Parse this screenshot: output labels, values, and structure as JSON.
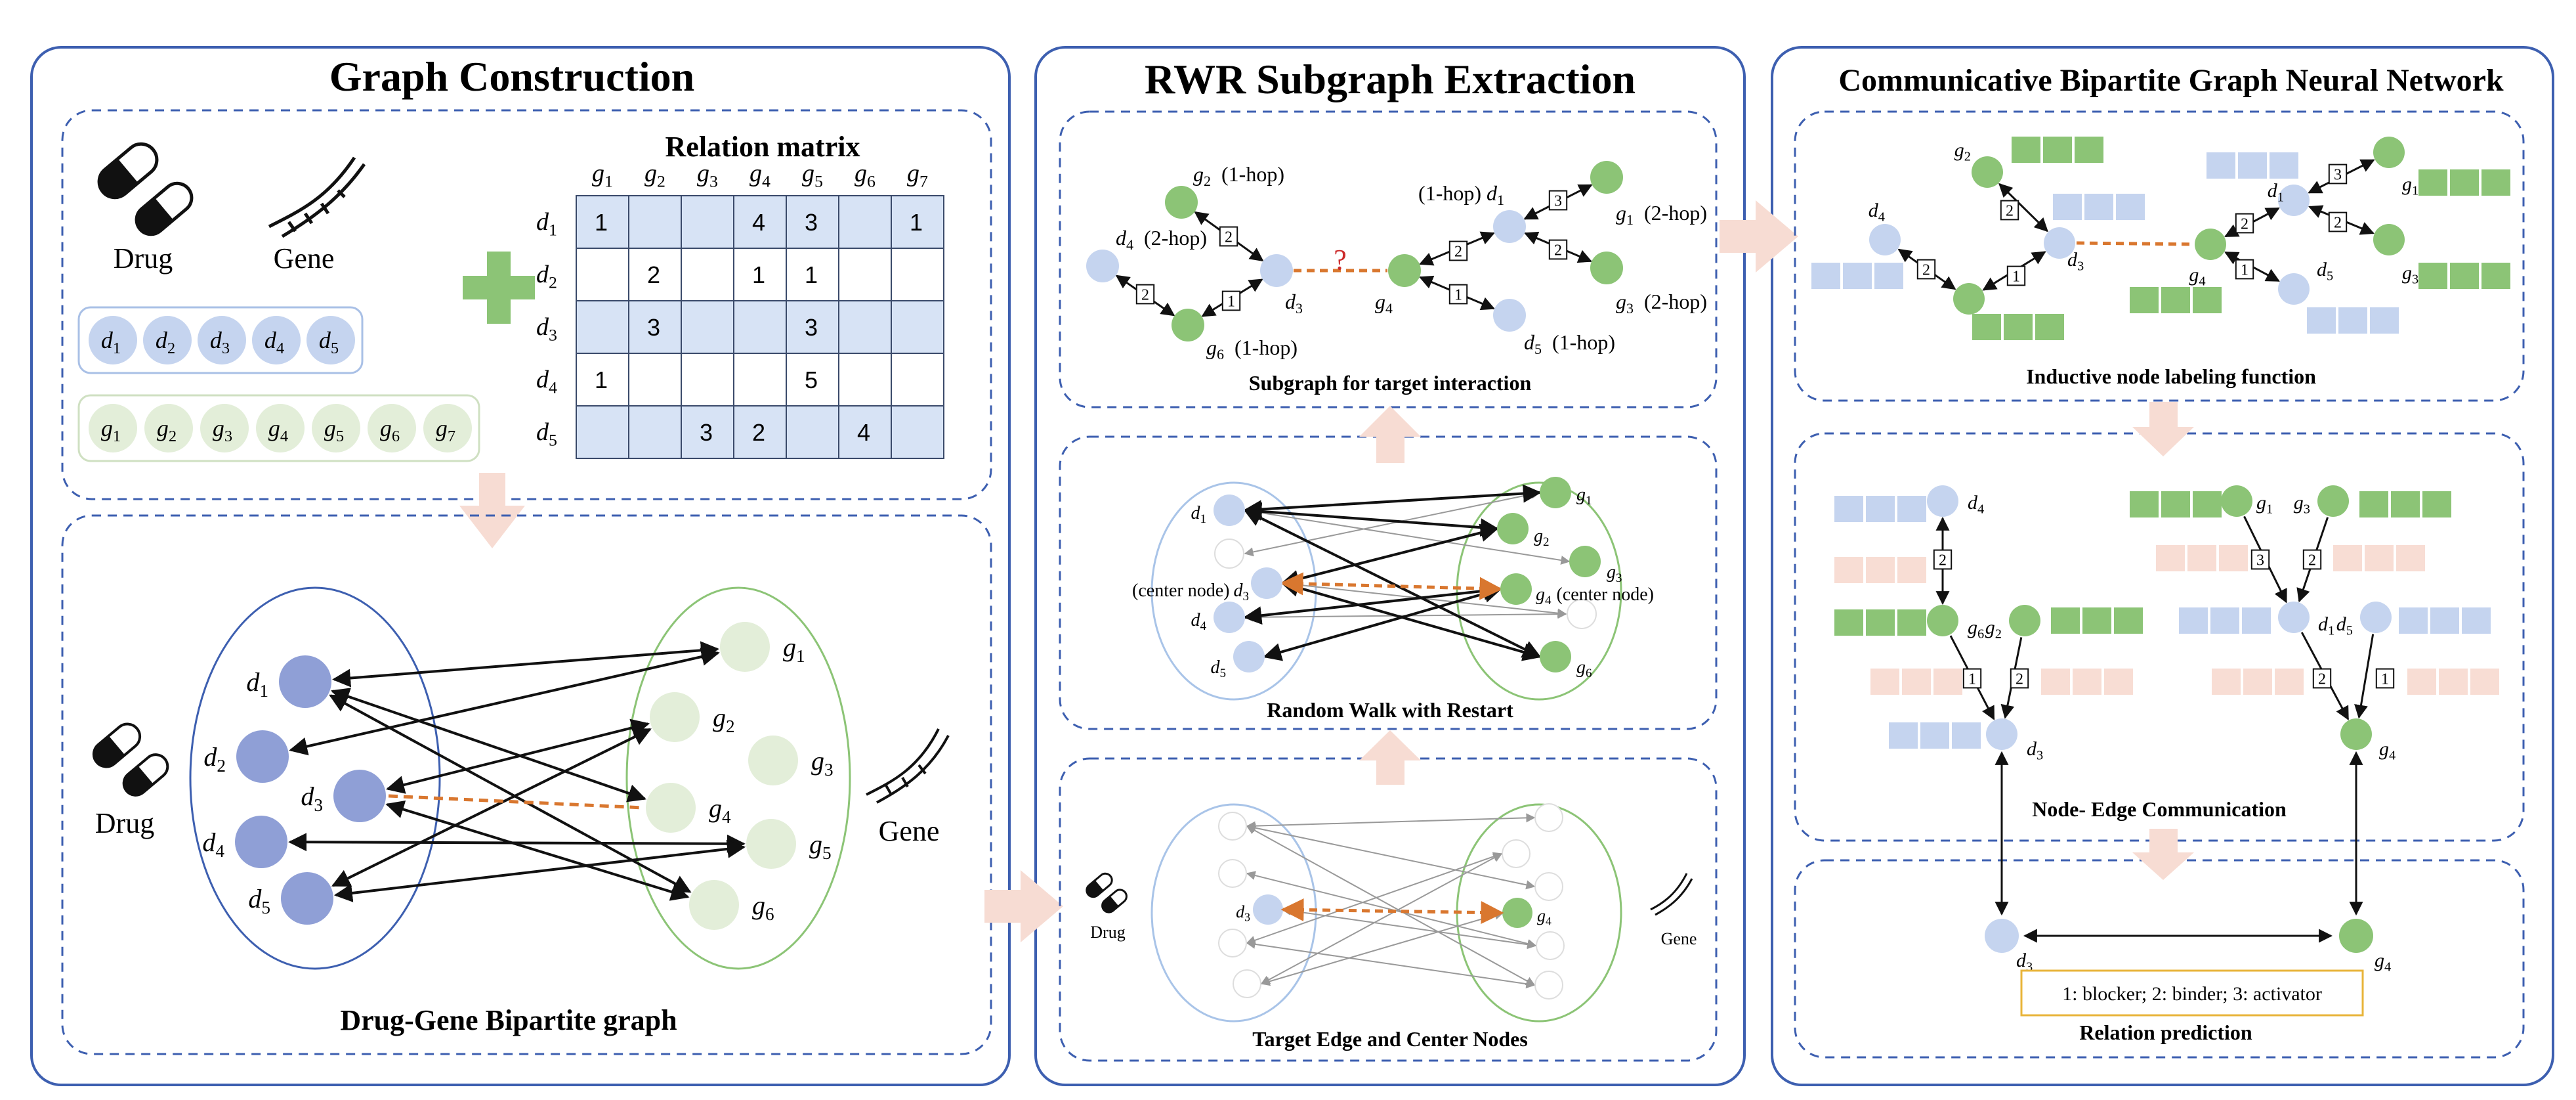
{
  "panels": {
    "graph_construction": {
      "title": "Graph Construction"
    },
    "rwr": {
      "title": "RWR Subgraph Extraction"
    },
    "cbgnn": {
      "title": "Communicative Bipartite Graph Neural Network"
    }
  },
  "gc": {
    "drug_label": "Drug",
    "gene_label": "Gene",
    "matrix_title": "Relation matrix",
    "bipartite_caption": "Drug-Gene Bipartite graph",
    "drug_nodes": [
      "d1",
      "d2",
      "d3",
      "d4",
      "d5"
    ],
    "gene_nodes": [
      "g1",
      "g2",
      "g3",
      "g4",
      "g5",
      "g6",
      "g7"
    ],
    "matrix": [
      [
        "1",
        "",
        "",
        "4",
        "3",
        "",
        "1"
      ],
      [
        "",
        "2",
        "",
        "1",
        "1",
        "",
        ""
      ],
      [
        "",
        "3",
        "",
        "",
        "3",
        "",
        ""
      ],
      [
        "1",
        "",
        "",
        "",
        "5",
        "",
        ""
      ],
      [
        "",
        "",
        "3",
        "2",
        "",
        "4",
        ""
      ]
    ]
  },
  "rwr": {
    "subgraph_caption": "Subgraph for target interaction",
    "rwr_caption": "Random Walk with Restart",
    "target_caption": "Target Edge and Center Nodes",
    "one_hop": "(1-hop)",
    "two_hop": "(2-hop)",
    "center_node": "(center node)",
    "question": "?",
    "drug_label": "Drug",
    "gene_label": "Gene"
  },
  "cb": {
    "labeling_caption": "Inductive node labeling function",
    "communication_caption": "Node- Edge Communication",
    "prediction_caption": "Relation prediction",
    "legend": "1: blocker;  2: binder;  3: activator"
  },
  "colors": {
    "drug_node": "#8f9fd6",
    "drug_node_light": "#c5d4ef",
    "gene_node": "#8cc476",
    "gene_node_light": "#e3eed9",
    "panel_border": "#3d5fb0",
    "arrow_up": "#f7dcd3",
    "target_edge": "#d9772f",
    "matrix_fill": "#d7e3f5",
    "legend_border": "#e8b43a"
  }
}
